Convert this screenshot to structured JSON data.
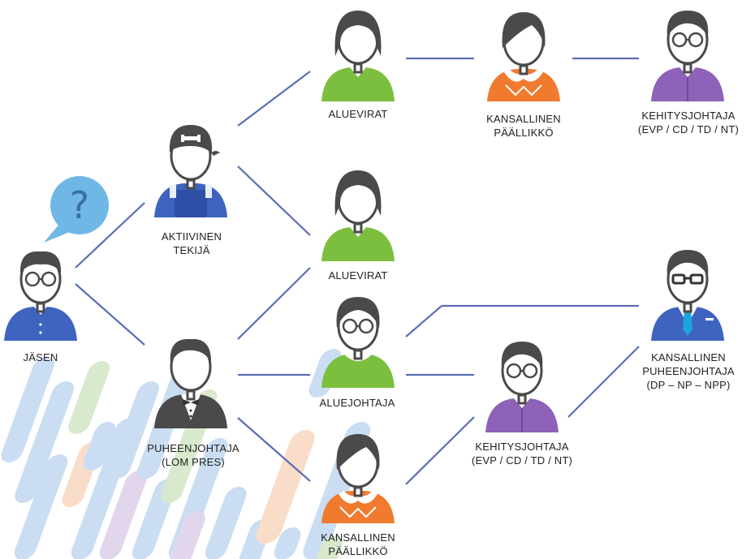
{
  "colors": {
    "line": "#5b6eb5",
    "skin": "#ffffff",
    "hair": "#4a4a4a",
    "green": "#7cbf3f",
    "orange": "#f07b2f",
    "purple": "#8e62b8",
    "blue": "#3e64c0",
    "bubble": "#6fb8e6"
  },
  "bubble": {
    "symbol": "?"
  },
  "nodes": {
    "jasen": {
      "role": "member",
      "lines": [
        "JÄSEN"
      ]
    },
    "aktiivinen": {
      "role": "active-worker",
      "lines": [
        "AKTIIVINEN",
        "TEKIJÄ"
      ]
    },
    "puheenjohtaja": {
      "role": "club-president",
      "lines": [
        "PUHEENJOHTAJA",
        "(LOM PRES)"
      ]
    },
    "aluevirat1": {
      "role": "regional-officer",
      "lines": [
        "ALUEVIRAT"
      ]
    },
    "aluevirat2": {
      "role": "regional-officer",
      "lines": [
        "ALUEVIRAT"
      ]
    },
    "aluejohtaja": {
      "role": "regional-leader",
      "lines": [
        "ALUEJOHTAJA"
      ]
    },
    "paallikko1": {
      "role": "national-chief",
      "lines": [
        "KANSALLINEN",
        "PÄÄLLIKKÖ"
      ]
    },
    "paallikko2": {
      "role": "national-chief",
      "lines": [
        "KANSALLINEN",
        "PÄÄLLIKKÖ"
      ]
    },
    "kehitys1": {
      "role": "development-director",
      "lines": [
        "KEHITYSJOHTAJA",
        "(EVP / CD / TD / NT)"
      ]
    },
    "kehitys2": {
      "role": "development-director",
      "lines": [
        "KEHITYSJOHTAJA",
        "(EVP / CD / TD / NT)"
      ]
    },
    "kansallinen_pj": {
      "role": "national-president",
      "lines": [
        "KANSALLINEN",
        "PUHEENJOHTAJA",
        "(DP – NP – NPP)"
      ]
    }
  }
}
